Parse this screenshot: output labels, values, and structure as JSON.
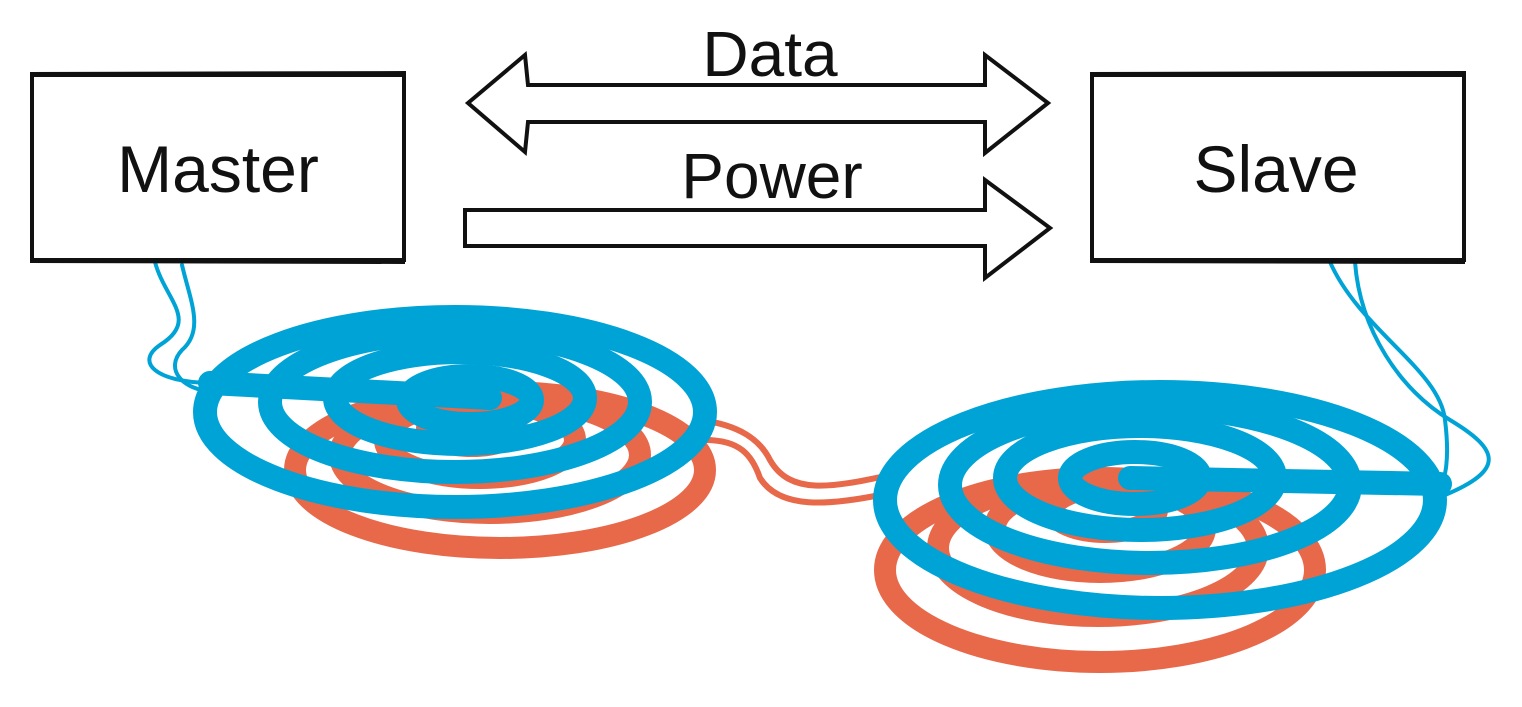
{
  "master": {
    "label": "Master"
  },
  "slave": {
    "label": "Slave"
  },
  "arrows": {
    "data_label": "Data",
    "power_label": "Power"
  },
  "colors": {
    "primary_coil": "#00a3d6",
    "secondary_coil": "#e8684a",
    "outline": "#111111",
    "background": "#ffffff"
  }
}
